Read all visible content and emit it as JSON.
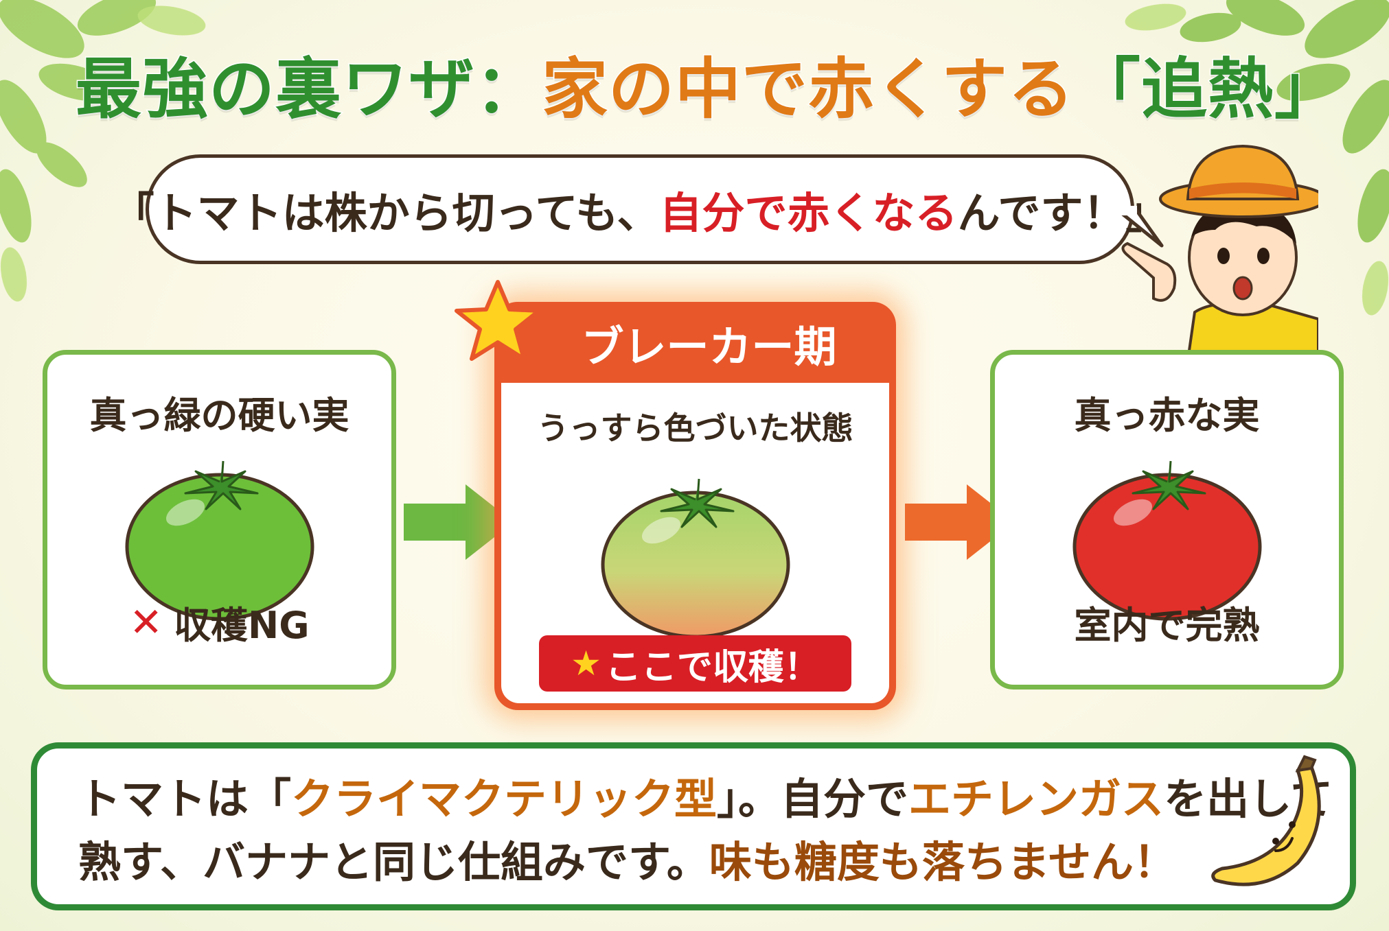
{
  "title": {
    "part_green": "最強の裏ワザ：",
    "part_orange_1": "家の中で赤くする",
    "part_green_2": "「追熱」"
  },
  "speech": {
    "before": "「トマトは株から切っても、",
    "highlight": "自分で赤くなる",
    "after": "んです！」"
  },
  "stages": [
    {
      "label": "真っ緑の硬い実",
      "mark": "✕",
      "note": "収穫NG"
    },
    {
      "header": "ブレーカー期",
      "label": "うっすら色づいた状態",
      "badge_star": "★",
      "badge": "ここで収穫！"
    },
    {
      "label": "真っ赤な実",
      "note": "室内で完熟"
    }
  ],
  "info": {
    "l1_a": "トマトは「",
    "l1_b": "クライマクテリック型",
    "l1_c": "」。自分で",
    "l1_d": "エチレンガス",
    "l1_e": "を出して",
    "l2_a": "熟す、バナナと同じ仕組みです。",
    "l2_b": "味も糖度も落ちません！"
  },
  "colors": {
    "green": "#2f8f2f",
    "orange": "#e07a16",
    "red": "#d81f26",
    "border_green": "#79b84a",
    "mid_orange": "#e8572a"
  },
  "icons": [
    "leaf-icon",
    "boy-icon",
    "star-icon",
    "tomato-green-icon",
    "tomato-breaker-icon",
    "tomato-red-icon",
    "arrow-right-icon",
    "banana-icon"
  ]
}
